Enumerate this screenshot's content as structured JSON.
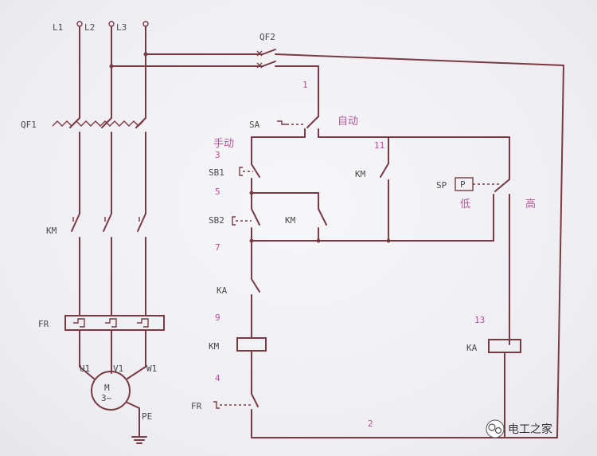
{
  "phases": {
    "l1": "L1",
    "l2": "L2",
    "l3": "L3"
  },
  "devices": {
    "qf2": "QF2",
    "qf1": "QF1",
    "km_main": "KM",
    "fr_main": "FR",
    "sa": "SA",
    "sb1": "SB1",
    "sb2": "SB2",
    "km_aux_start": "KM",
    "km_aux_auto": "KM",
    "sp": "SP",
    "sp_box": "P",
    "ka_contact": "KA",
    "km_coil": "KM",
    "ka_coil": "KA",
    "fr_contact": "FR",
    "pe": "PE"
  },
  "motor": {
    "label": "M",
    "phases": "3~",
    "u": "U1",
    "v": "V1",
    "w": "W1"
  },
  "nodes": {
    "n1": "1",
    "n3": "3",
    "n5": "5",
    "n7": "7",
    "n9": "9",
    "n4": "4",
    "n2": "2",
    "n11": "11",
    "n13": "13"
  },
  "chinese": {
    "auto": "自动",
    "manual": "手动",
    "low": "低",
    "high": "高"
  },
  "watermark": "电工之家",
  "colors": {
    "wire": "#7a3a44",
    "node_numbers": "#c0489a",
    "chinese_labels": "#b3569a"
  }
}
